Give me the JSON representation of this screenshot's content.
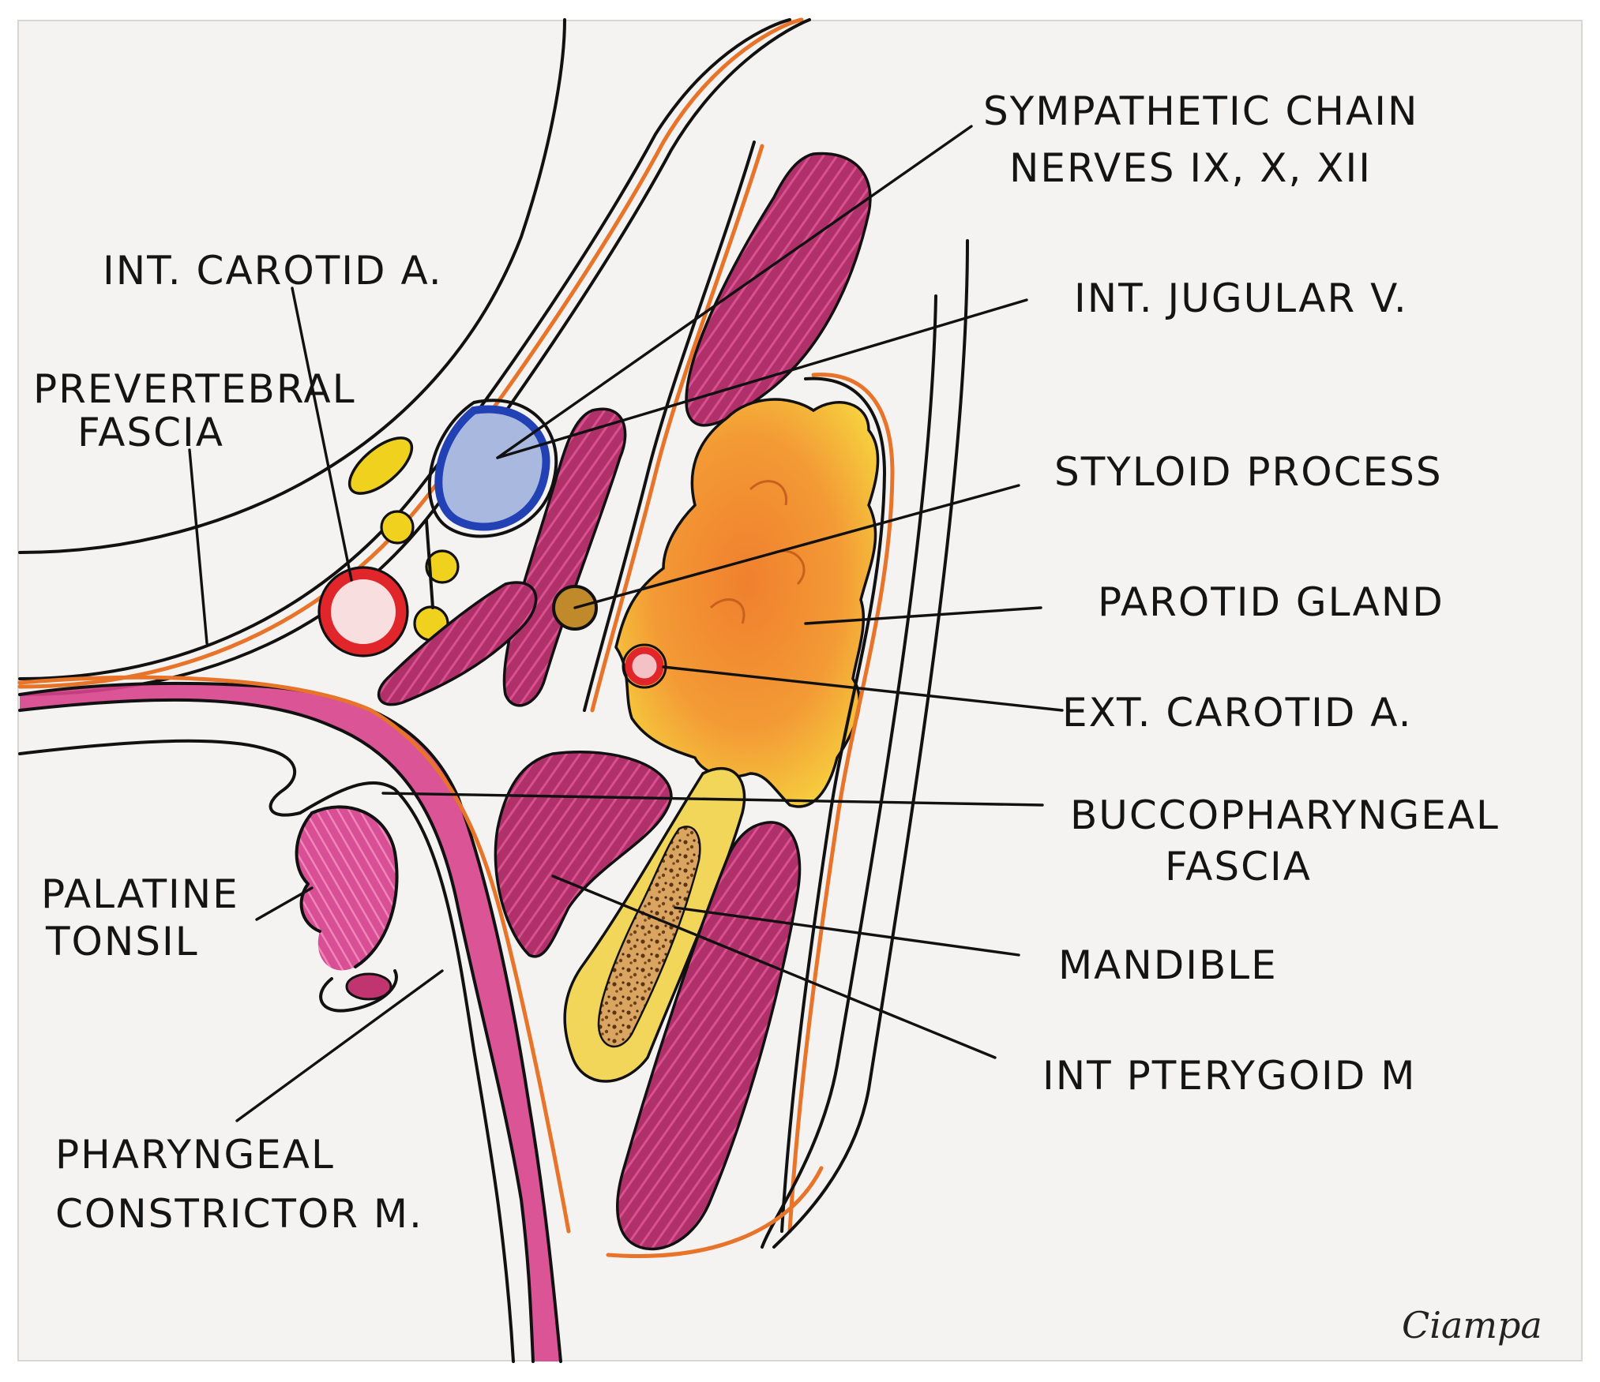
{
  "labels": {
    "sympathetic_chain_line1": "SYMPATHETIC CHAIN",
    "sympathetic_chain_line2": "NERVES IX, X, XII",
    "int_carotid": "INT. CAROTID A.",
    "prevertebral_line1": "PREVERTEBRAL",
    "prevertebral_line2": "FASCIA",
    "int_jugular": "INT. JUGULAR V.",
    "styloid": "STYLOID PROCESS",
    "parotid": "PAROTID GLAND",
    "ext_carotid": "EXT. CAROTID A.",
    "buccopharyngeal_line1": "BUCCOPHARYNGEAL",
    "buccopharyngeal_line2": "FASCIA",
    "mandible": "MANDIBLE",
    "int_pterygoid": "INT PTERYGOID M",
    "palatine_line1": "PALATINE",
    "palatine_line2": "TONSIL",
    "pharyngeal_line1": "PHARYNGEAL",
    "pharyngeal_line2": "CONSTRICTOR M."
  },
  "signature": "Ciampa",
  "colors": {
    "paper": "#f4f3f1",
    "ink": "#111111",
    "fascia_orange": "#e8742a",
    "muscle_magenta": "#b0306a",
    "muscle_pink": "#d9508f",
    "artery_red": "#e0262b",
    "vein_blue": "#2241b5",
    "vein_fill": "#a9b8df",
    "nerve_yellow": "#f0d21e",
    "gland_orange": "#f09a2e",
    "gland_yellow": "#f5c53a",
    "bone_tan": "#c08a4a"
  }
}
